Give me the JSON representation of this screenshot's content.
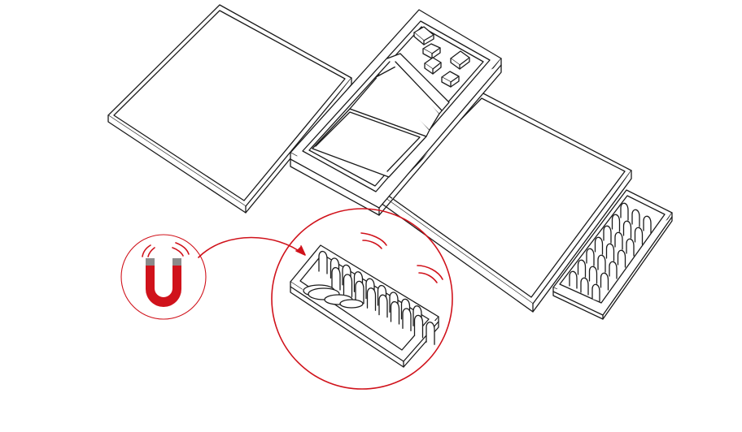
{
  "diagram": {
    "accent_color": "#d0121b",
    "line_color": "#1a1a1a",
    "background_color": "#ffffff",
    "icons": [
      "magnet-icon",
      "magnetic-field-waves-icon",
      "curved-arrow-icon",
      "magnified-detail-circle"
    ],
    "parts": [
      "left-board-panel",
      "center-storage-tray",
      "right-board-panel",
      "side-token-drawer",
      "magnified-token-drawer"
    ]
  }
}
